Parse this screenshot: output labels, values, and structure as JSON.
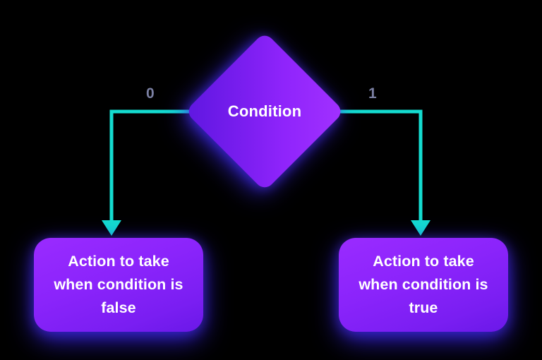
{
  "diagram": {
    "type": "flowchart-if-else",
    "background_color": "#000000",
    "decision": {
      "shape": "diamond",
      "label": "Condition",
      "text_color": "#ffffff",
      "fill_gradient_from": "#5e17e0",
      "fill_gradient_to": "#a231ff",
      "glow_color": "#3c28f0"
    },
    "branches": [
      {
        "id": "false-branch",
        "edge_label": "0",
        "edge_label_color": "#7b80a3",
        "connector_color": "#14dcd0",
        "arrowhead": "triangle-down",
        "target_label": "Action to take\nwhen condition is\nfalse"
      },
      {
        "id": "true-branch",
        "edge_label": "1",
        "edge_label_color": "#7b80a3",
        "connector_color": "#14dcd0",
        "arrowhead": "triangle-down",
        "target_label": "Action to take\nwhen condition is\ntrue"
      }
    ],
    "action_boxes": {
      "shape": "rounded-rectangle",
      "fill_gradient_from": "#9a2bff",
      "fill_gradient_to": "#6a18e8",
      "text_color": "#ffffff",
      "glow_color": "#3723eb"
    }
  }
}
